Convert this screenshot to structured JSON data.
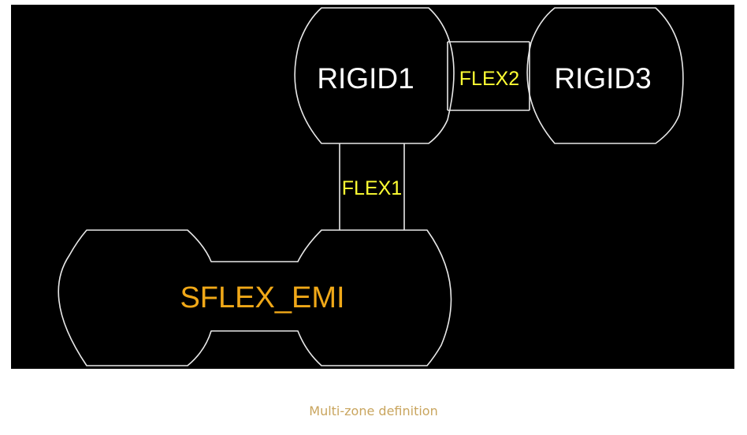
{
  "diagram": {
    "zones": {
      "rigid1": "RIGID1",
      "rigid3": "RIGID3",
      "flex1": "FLEX1",
      "flex2": "FLEX2",
      "sflex_emi": "SFLEX_EMI"
    },
    "colors": {
      "background": "#000000",
      "outline": "#e8e8e8",
      "rigid_label": "#ffffff",
      "flex_label": "#ffff33",
      "sflex_label": "#f0a818",
      "caption": "#c9a55e"
    }
  },
  "caption": "Multi-zone definition"
}
